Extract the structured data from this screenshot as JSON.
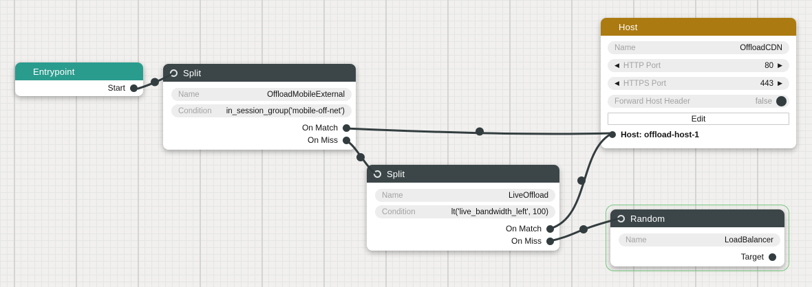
{
  "colors": {
    "entrypoint_header": "#2a9c8e",
    "split_header": "#3c4648",
    "random_header": "#3c4648",
    "host_header": "#ab7a10",
    "selection_outline": "#76c77e",
    "edge": "#333d3f",
    "canvas_background": "#f1f0ee"
  },
  "icons": {
    "input_port": "hollow-circle",
    "output_port": "filled-circle",
    "stepper_left_glyph": "◀",
    "stepper_right_glyph": "▶"
  },
  "nodes": {
    "entrypoint": {
      "title": "Entrypoint",
      "outputs": [
        {
          "label": "Start"
        }
      ]
    },
    "split1": {
      "title": "Split",
      "fields": [
        {
          "label": "Name",
          "value": "OffloadMobileExternal"
        },
        {
          "label": "Condition",
          "value": "in_session_group('mobile-off-net')"
        }
      ],
      "outputs": [
        {
          "label": "On Match"
        },
        {
          "label": "On Miss"
        }
      ]
    },
    "split2": {
      "title": "Split",
      "fields": [
        {
          "label": "Name",
          "value": "LiveOffload"
        },
        {
          "label": "Condition",
          "value": "lt('live_bandwidth_left', 100)"
        }
      ],
      "outputs": [
        {
          "label": "On Match"
        },
        {
          "label": "On Miss"
        }
      ]
    },
    "host": {
      "title": "Host",
      "fields": [
        {
          "label": "Name",
          "value": "OffloadCDN"
        },
        {
          "label": "HTTP Port",
          "value": "80",
          "stepper": true
        },
        {
          "label": "HTTPS Port",
          "value": "443",
          "stepper": true
        },
        {
          "label": "Forward Host Header",
          "value": "false",
          "toggle": true
        }
      ],
      "edit_button": "Edit",
      "input": {
        "label": "Host: offload-host-1"
      }
    },
    "random": {
      "title": "Random",
      "selected": true,
      "fields": [
        {
          "label": "Name",
          "value": "LoadBalancer"
        }
      ],
      "outputs": [
        {
          "label": "Target"
        }
      ]
    }
  },
  "edges": [
    {
      "from": "Entrypoint.Start",
      "to": "Split(OffloadMobileExternal).input"
    },
    {
      "from": "Split(OffloadMobileExternal).On Match",
      "to": "Host(OffloadCDN).Host: offload-host-1"
    },
    {
      "from": "Split(OffloadMobileExternal).On Miss",
      "to": "Split(LiveOffload).input"
    },
    {
      "from": "Split(LiveOffload).On Match",
      "to": "Host(OffloadCDN).Host: offload-host-1"
    },
    {
      "from": "Split(LiveOffload).On Miss",
      "to": "Random(LoadBalancer).input"
    }
  ]
}
